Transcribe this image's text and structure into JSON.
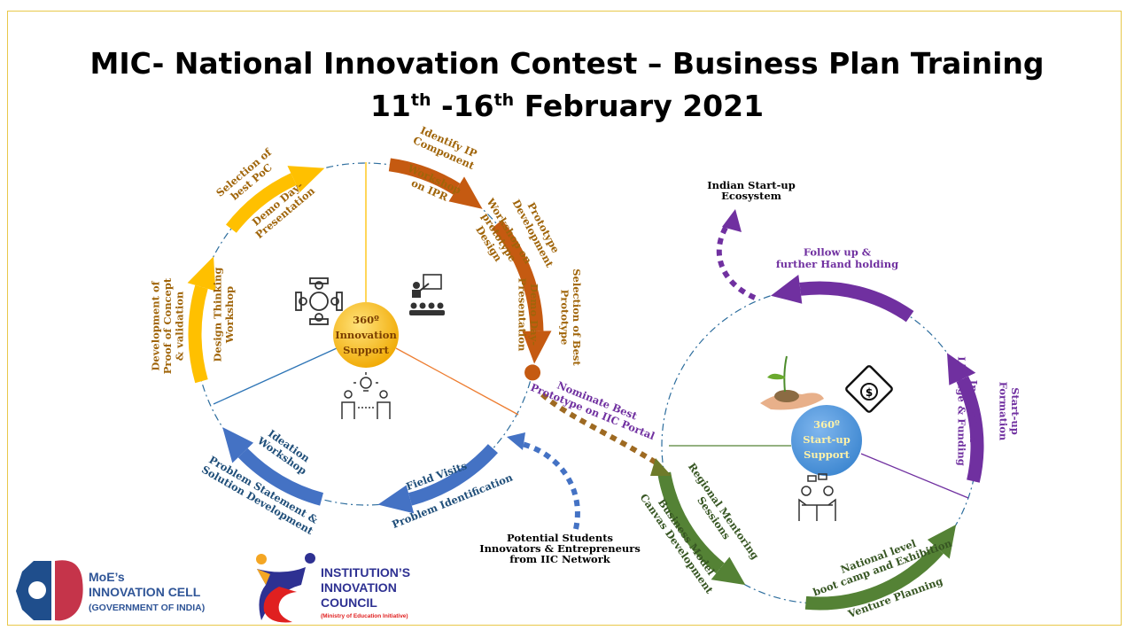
{
  "title": {
    "line1": "MIC- National Innovation Contest – Business Plan Training",
    "line2": {
      "d1": "11",
      "s1": "th",
      "mid": " -16",
      "s2": "th",
      "rest": " February 2021"
    }
  },
  "colors": {
    "yellow": "#FFC000",
    "orange": "#C55A11",
    "blue": "#4472C4",
    "green": "#548235",
    "purple": "#7030A0",
    "brown_text": "#A0650A",
    "blue_text": "#1F4E79",
    "green_text": "#375623",
    "purple_text": "#7030A0"
  },
  "innovation_hub": {
    "center": [
      "360º",
      "Innovation",
      "Support"
    ],
    "icons": [
      "meeting-table-icon",
      "presentation-audience-icon",
      "idea-exchange-icon"
    ],
    "labels": {
      "selection_poc": [
        "Selection of",
        "best PoC"
      ],
      "demo_day_1": [
        "Demo Day-",
        "Presentation"
      ],
      "development_poc": [
        "Development of",
        "Proof of Concept",
        "& validation"
      ],
      "design_thinking": [
        "Design Thinking",
        "Workshop"
      ],
      "identify_ip": [
        "Identify IP",
        "Component"
      ],
      "workshop_ipr": [
        "Workshop",
        "on IPR"
      ],
      "prototype_dev": [
        "Prototype",
        "Development"
      ],
      "workshop_prototype": [
        "Workshop on",
        "prototype",
        "Design"
      ],
      "selection_best": [
        "Selection of  Best",
        "Prototype"
      ],
      "demo_day_2": [
        "Demo Day-",
        "Presentation"
      ],
      "ideation": [
        "Ideation",
        "Workshop"
      ],
      "problem_statement": [
        "Problem Statement &",
        "Solution Development"
      ],
      "field_visits": [
        "Field Visits"
      ],
      "problem_identification": [
        "Problem Identification"
      ]
    }
  },
  "connectors": {
    "nominate": [
      "Nominate Best",
      "Prototype on IIC Portal"
    ],
    "potential": [
      "Potential Students",
      "Innovators & Entrepreneurs",
      "from IIC Network"
    ],
    "ecosystem": [
      "Indian Start-up",
      "Ecosystem"
    ]
  },
  "startup_hub": {
    "center": [
      "360º",
      "Start-up",
      "Support"
    ],
    "icons": [
      "seedling-hand-icon",
      "money-bag-icon",
      "mentoring-meeting-icon"
    ],
    "labels": {
      "follow_up": [
        "Follow up &",
        "further Hand holding"
      ],
      "startup_formation": [
        "Start-up",
        "Formation"
      ],
      "incubation": [
        "Incubation",
        "Linkage & Funding"
      ],
      "regional": [
        "Regional Mentoring",
        "Sessions"
      ],
      "business_model": [
        "Business Model",
        "Canvas Development"
      ],
      "national": [
        "National level",
        "boot camp and Exhibition"
      ],
      "venture": [
        "Venture Planning"
      ]
    }
  },
  "logos": {
    "mic": {
      "line1": "MoE’s",
      "line2": "INNOVATION CELL",
      "line3": "(GOVERNMENT OF INDIA)"
    },
    "iic": {
      "line1": "INSTITUTION’S",
      "line2": "INNOVATION",
      "line3": "COUNCIL",
      "line4": "(Ministry of Education Initiative)"
    }
  }
}
